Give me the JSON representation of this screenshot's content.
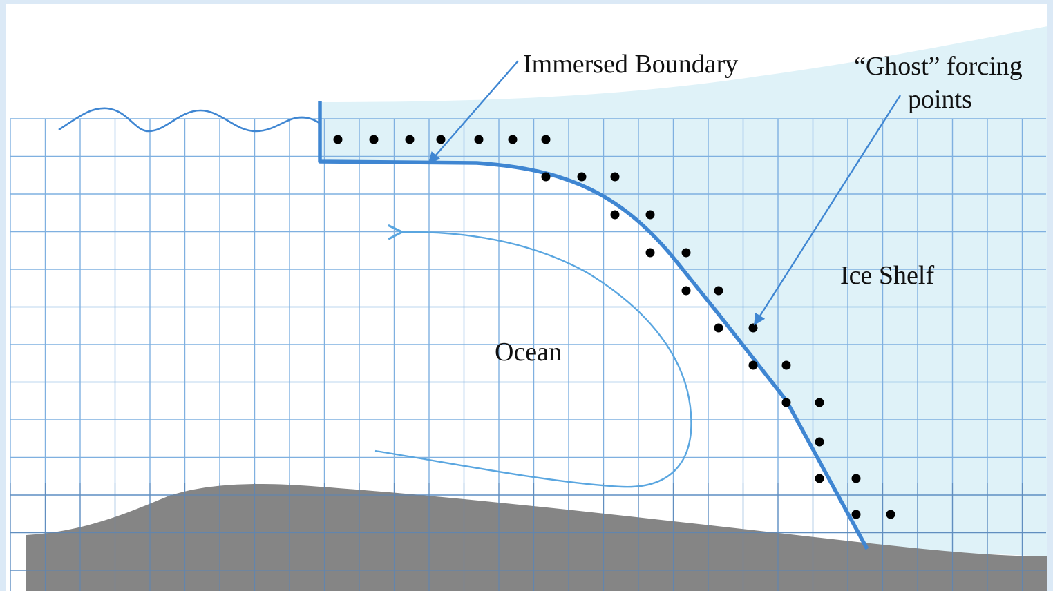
{
  "labels": {
    "immersed_boundary": "Immersed Boundary",
    "ghost_line1": "“Ghost” forcing",
    "ghost_line2": "points",
    "ice_shelf": "Ice Shelf",
    "ocean": "Ocean"
  },
  "colors": {
    "background_frame": "#dbe9f6",
    "page": "#ffffff",
    "ice_shelf_fill": "#dff2f8",
    "grid_line": "#7fb0e0",
    "boundary_line": "#3f86d2",
    "circulation_arrow": "#5aa6e0",
    "seabed": "#858585",
    "forcing_point": "#000000",
    "text": "#111111"
  },
  "icons": {
    "forcing_point_marker": "filled-circle",
    "pointer_arrow": "arrow"
  }
}
